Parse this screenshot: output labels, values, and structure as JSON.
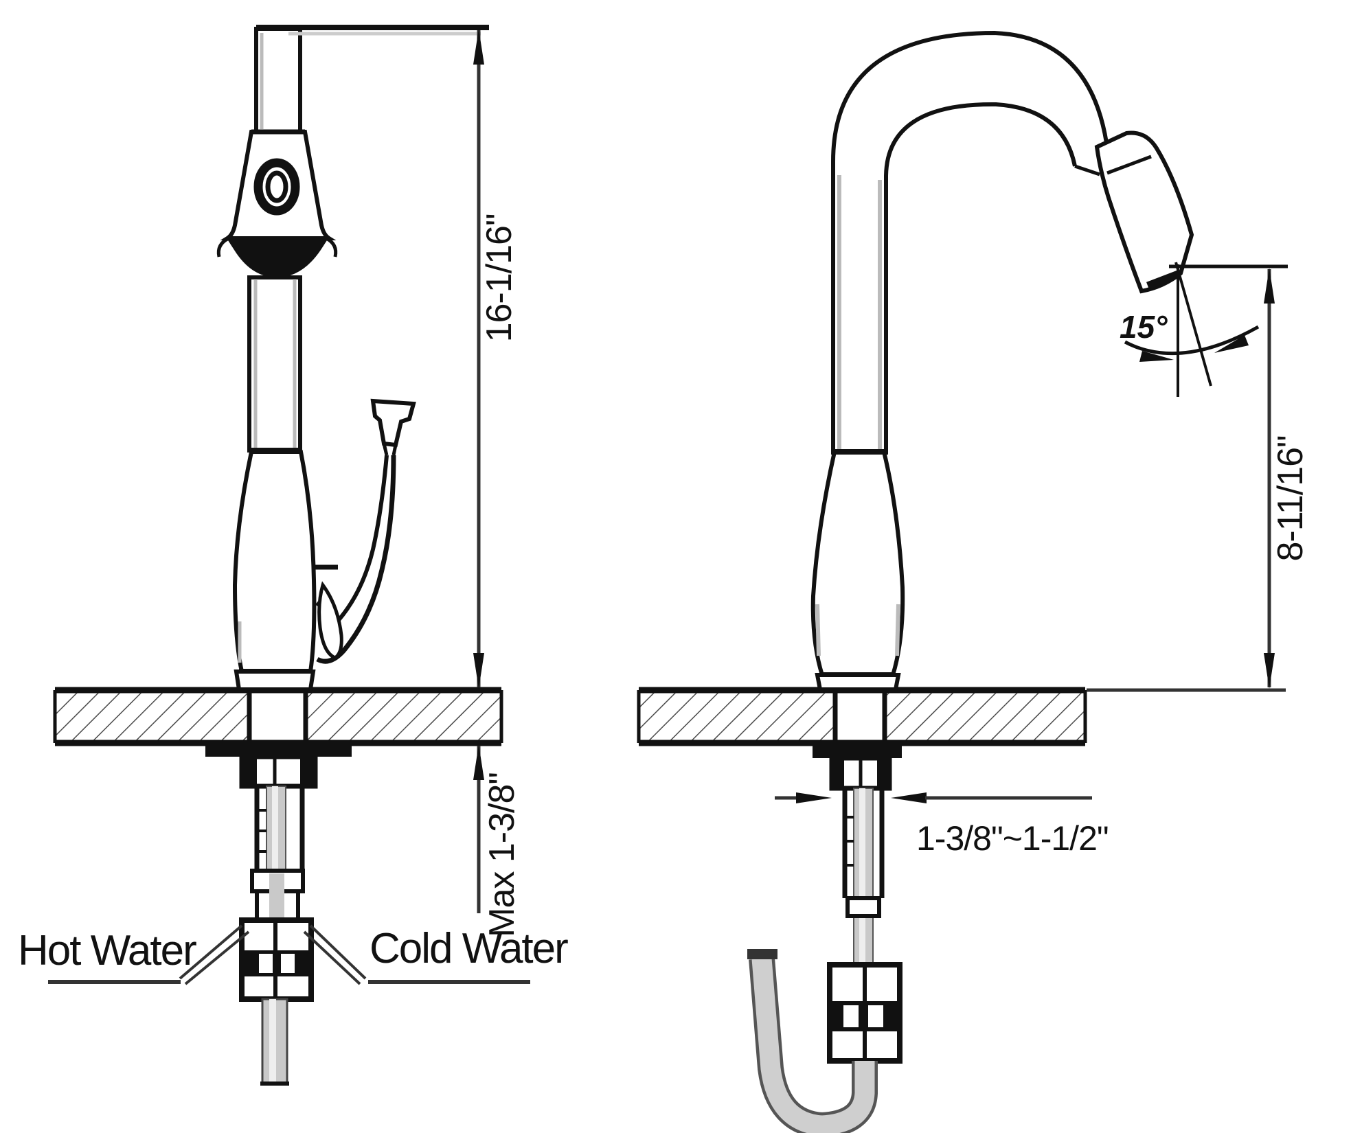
{
  "drawing": {
    "front_view": {
      "hot_label": "Hot Water",
      "cold_label": "Cold Water",
      "overall_height_dim": "16-1/16\"",
      "deck_thickness_dim": "Max 1-3/8\""
    },
    "side_view": {
      "spout_height_dim": "8-11/16\"",
      "swivel_angle_dim": "15°",
      "mounting_hole_dim": "1-3/8\"~1-1/2\""
    },
    "line_color": "#111111",
    "shade_color": "#c9c9c9"
  }
}
